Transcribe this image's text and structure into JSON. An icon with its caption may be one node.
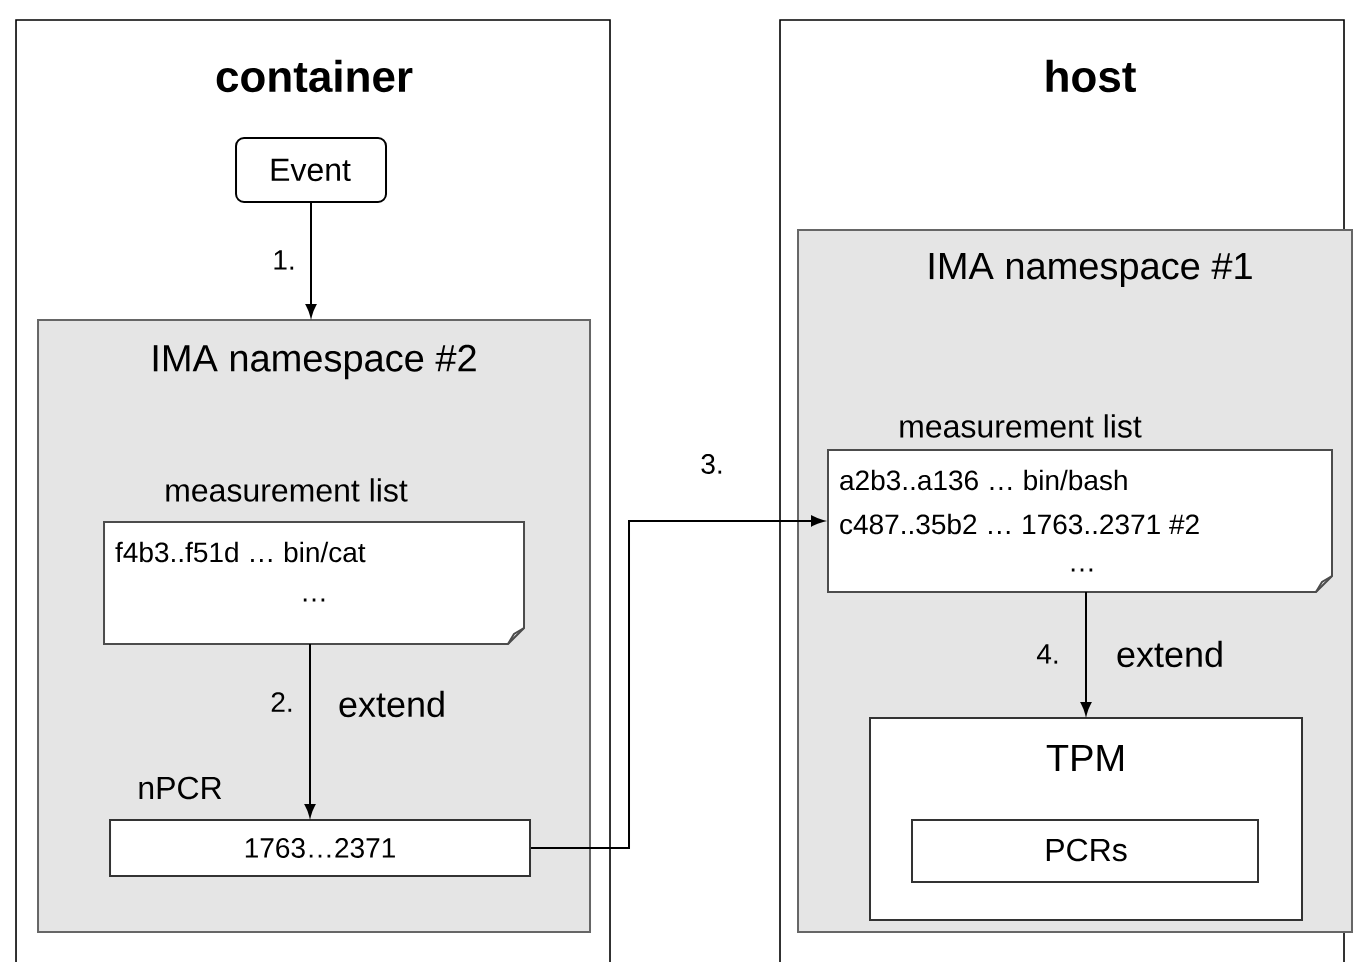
{
  "diagram": {
    "nodes": [
      {
        "text": [
          "container"
        ]
      },
      {
        "text": [
          "Event"
        ],
        "in": 0
      },
      {
        "text": [
          "IMA namespace  #2"
        ],
        "in": 0
      },
      {
        "text": [
          "measurement list",
          "f4b3..f51d … bin/cat",
          "…"
        ],
        "in": 2
      },
      {
        "text": [
          "nPCR",
          "1763…2371"
        ],
        "in": 2
      },
      {
        "text": [
          "host"
        ]
      },
      {
        "text": [
          "IMA namespace   #1"
        ],
        "in": 5
      },
      {
        "text": [
          "measurement list",
          "a2b3..a136 … bin/bash",
          "c487..35b2 … 1763..2371 #2",
          "…"
        ],
        "in": 6
      },
      {
        "text": [
          "TPM"
        ],
        "in": 6
      },
      {
        "text": [
          "PCRs"
        ],
        "in": 8
      }
    ],
    "edges": [
      {
        "from": 1,
        "to": 2,
        "arrow": "to",
        "label": "1."
      },
      {
        "from": 3,
        "to": 4,
        "arrow": "to",
        "label": "2."
      },
      {
        "from": 4,
        "to": 7,
        "arrow": "to",
        "label": "3."
      },
      {
        "from": 7,
        "to": 8,
        "arrow": "to",
        "label": "4."
      }
    ],
    "labels": [
      "extend",
      "extend"
    ]
  }
}
